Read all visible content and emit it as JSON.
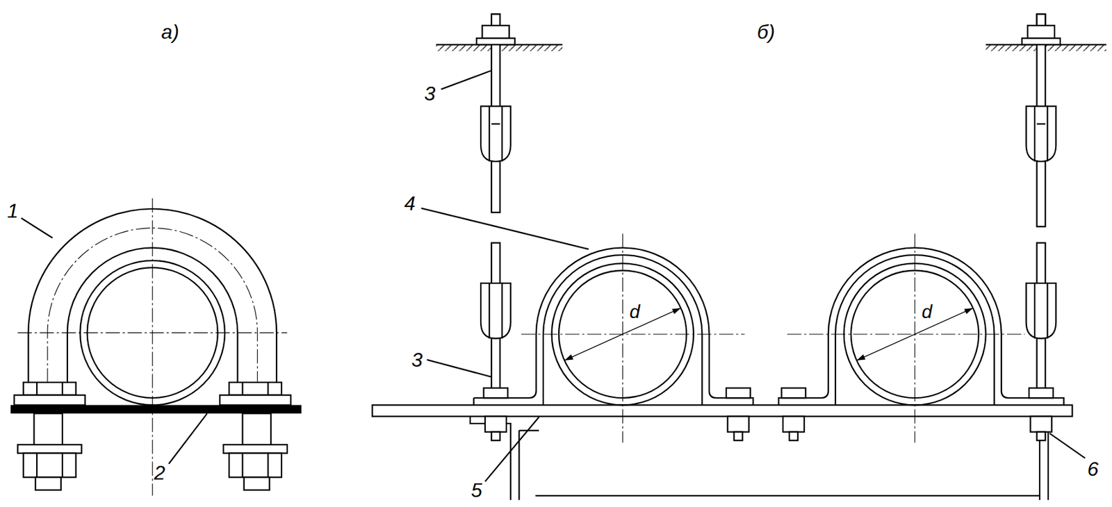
{
  "diagram": {
    "labels": [
      "а)",
      "б)",
      "1",
      "2",
      "3",
      "4",
      "3",
      "d",
      "d",
      "5",
      "6"
    ]
  }
}
